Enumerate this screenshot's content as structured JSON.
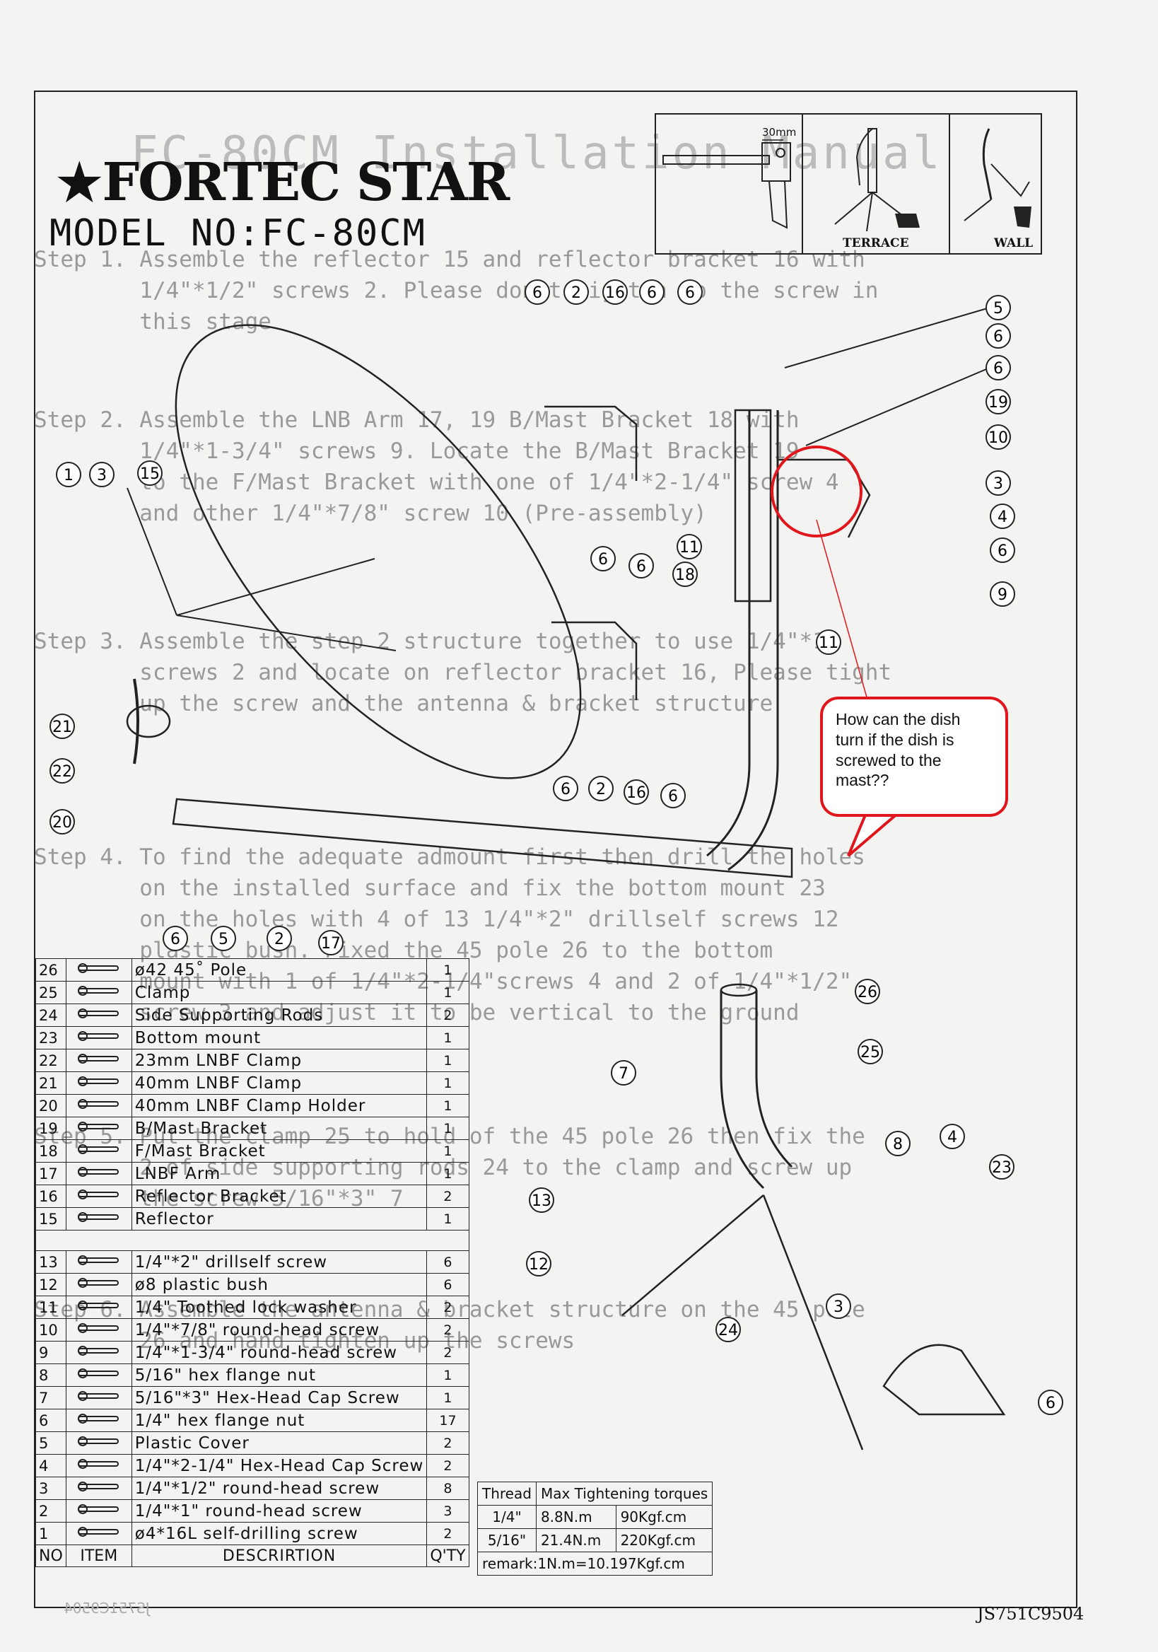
{
  "header": {
    "brand": "FORTEC STAR",
    "model": "MODEL NO:FC-80CM",
    "ghost_title": "FC-80CM Installation Manual"
  },
  "mount_types": {
    "dimension": "30mm",
    "terrace": "TERRACE",
    "wall": "WALL"
  },
  "ghost_steps": {
    "step1": "Step 1. Assemble the reflector 15 and reflector bracket 16 with\n        1/4\"*1/2\" screws 2. Please don't tighten up the screw in\n        this stage",
    "step2": "Step 2. Assemble the LNB Arm 17, 19 B/Mast Bracket 18 with\n        1/4\"*1-3/4\" screws 9. Locate the B/Mast Bracket 19\n        to the F/Mast Bracket with one of 1/4\"*2-1/4\" screw 4\n        and other 1/4\"*7/8\" screw 10 (Pre-assembly)",
    "step3": "Step 3. Assemble the step 2 structure together to use 1/4\"*1\"\n        screws 2 and locate on reflector bracket 16, Please tight\n        up the screw and the antenna & bracket structure",
    "step4": "Step 4. To find the adequate admount first then drill the holes\n        on the installed surface and fix the bottom mount 23\n        on the holes with 4 of 13 1/4\"*2\" drillself screws 12\n        plastic bush. Fixed the 45 pole 26 to the bottom\n        mount with 1 of 1/4\"*2-1/4\"screws 4 and 2 of 1/4\"*1/2\"\n        screw 3 and adjust it to be vertical to the ground",
    "step5": "Step 5. Put the clamp 25 to hold of the 45 pole 26 then fix the\n        2 of side supporting rods 24 to the clamp and screw up\n        the screw 5/16\"*3\" 7",
    "step6": "Step 6. Assemble the antenna & bracket structure on the 45 pole\n        26 and hand tighten up the screws"
  },
  "callout": {
    "text": "How can the dish turn if the dish is screwed to the mast??",
    "color": "#e0161c"
  },
  "diagram_labels": {
    "top_group": [
      "6",
      "2",
      "16",
      "6",
      "6"
    ],
    "right_group": [
      "5",
      "6",
      "6",
      "19",
      "10",
      "3",
      "4",
      "6",
      "9",
      "11"
    ],
    "left_group": [
      "1",
      "3",
      "15",
      "21",
      "22",
      "20"
    ],
    "middle_group": [
      "6",
      "6",
      "11",
      "18"
    ],
    "lower_group": [
      "6",
      "2",
      "16",
      "6"
    ],
    "bottom_group": [
      "6",
      "5",
      "2",
      "17"
    ],
    "pole_group": [
      "26",
      "25",
      "7",
      "8",
      "4",
      "23",
      "13",
      "12",
      "24",
      "3",
      "6"
    ]
  },
  "parts_table": {
    "header": {
      "no": "NO",
      "item": "ITEM",
      "desc": "DESCRIRTION",
      "qty": "Q'TY"
    },
    "upper_rows": [
      {
        "no": "26",
        "desc": "ø42 45˚ Pole",
        "qty": "1"
      },
      {
        "no": "25",
        "desc": "Clamp",
        "qty": "1"
      },
      {
        "no": "24",
        "desc": "Side Supporting Rods",
        "qty": "2"
      },
      {
        "no": "23",
        "desc": "Bottom mount",
        "qty": "1"
      },
      {
        "no": "22",
        "desc": "23mm LNBF Clamp",
        "qty": "1"
      },
      {
        "no": "21",
        "desc": "40mm LNBF Clamp",
        "qty": "1"
      },
      {
        "no": "20",
        "desc": "40mm LNBF Clamp Holder",
        "qty": "1"
      },
      {
        "no": "19",
        "desc": "B/Mast Bracket",
        "qty": "1"
      },
      {
        "no": "18",
        "desc": "F/Mast Bracket",
        "qty": "1"
      },
      {
        "no": "17",
        "desc": "LNBF Arm",
        "qty": "1"
      },
      {
        "no": "16",
        "desc": "Reflector Bracket",
        "qty": "2"
      },
      {
        "no": "15",
        "desc": "Reflector",
        "qty": "1"
      }
    ],
    "lower_rows": [
      {
        "no": "13",
        "desc": "1/4\"*2\" drillself screw",
        "qty": "6"
      },
      {
        "no": "12",
        "desc": "ø8 plastic bush",
        "qty": "6"
      },
      {
        "no": "11",
        "desc": "1/4\" Toothed lock washer",
        "qty": "2"
      },
      {
        "no": "10",
        "desc": "1/4\"*7/8\" round-head screw",
        "qty": "2"
      },
      {
        "no": "9",
        "desc": "1/4\"*1-3/4\" round-head screw",
        "qty": "2"
      },
      {
        "no": "8",
        "desc": "5/16\" hex flange nut",
        "qty": "1"
      },
      {
        "no": "7",
        "desc": "5/16\"*3\" Hex-Head Cap Screw",
        "qty": "1"
      },
      {
        "no": "6",
        "desc": "1/4\" hex flange nut",
        "qty": "17"
      },
      {
        "no": "5",
        "desc": "Plastic Cover",
        "qty": "2"
      },
      {
        "no": "4",
        "desc": "1/4\"*2-1/4\" Hex-Head Cap Screw",
        "qty": "2"
      },
      {
        "no": "3",
        "desc": "1/4\"*1/2\" round-head screw",
        "qty": "8"
      },
      {
        "no": "2",
        "desc": "1/4\"*1\" round-head screw",
        "qty": "3"
      },
      {
        "no": "1",
        "desc": "ø4*16L self-drilling screw",
        "qty": "2"
      }
    ]
  },
  "torque_table": {
    "headers": [
      "Thread",
      "Max Tightening torques"
    ],
    "rows": [
      [
        "1/4\"",
        "8.8N.m",
        "90Kgf.cm"
      ],
      [
        "5/16\"",
        "21.4N.m",
        "220Kgf.cm"
      ]
    ],
    "remark": "remark:1N.m=10.197Kgf.cm"
  },
  "footer": {
    "code": "JS751C9504"
  }
}
